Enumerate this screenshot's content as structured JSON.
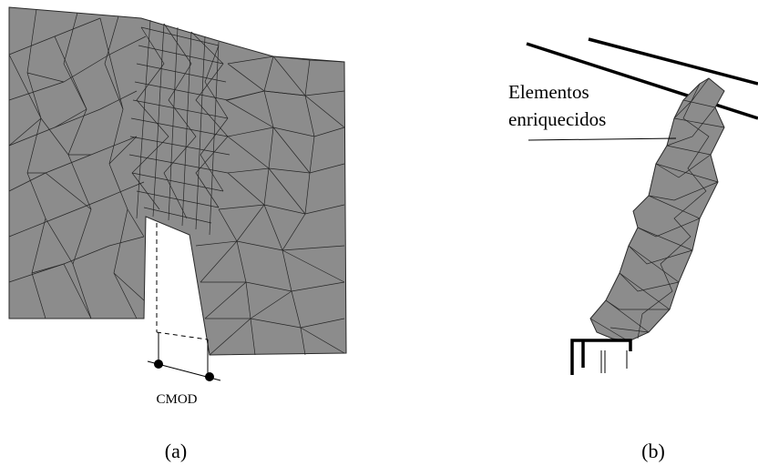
{
  "panel_a": {
    "caption": "(a)",
    "measure_label": "CMOD"
  },
  "panel_b": {
    "caption": "(b)",
    "annotation_line1": "Elementos",
    "annotation_line2": "enriquecidos"
  },
  "colors": {
    "mesh_fill": "#8c8c8c",
    "mesh_lines": "#262626",
    "outline": "#000000"
  }
}
